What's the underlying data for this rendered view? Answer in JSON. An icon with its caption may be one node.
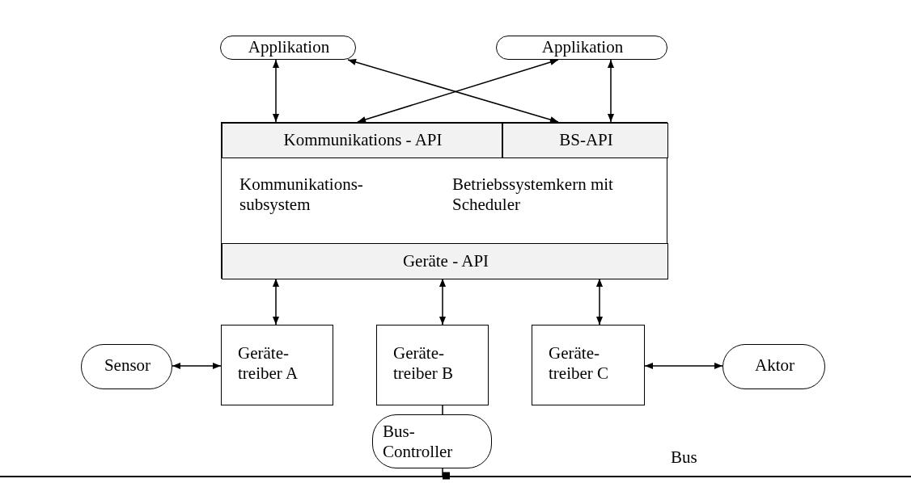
{
  "diagram": {
    "nodes": [
      {
        "text": [
          "Applikation"
        ]
      },
      {
        "text": [
          "Applikation"
        ]
      },
      {
        "text": [
          "Kommunikations- subsystem",
          "Betriebssystemkern mit Scheduler"
        ]
      },
      {
        "text": [
          "Kommunikations - API"
        ],
        "in": 2
      },
      {
        "text": [
          "BS-API"
        ],
        "in": 2
      },
      {
        "text": [
          "Geräte - API"
        ],
        "in": 2
      },
      {
        "text": [
          "Sensor"
        ]
      },
      {
        "text": [
          "Geräte- treiber A"
        ]
      },
      {
        "text": [
          "Geräte- treiber B"
        ]
      },
      {
        "text": [
          "Geräte- treiber C"
        ]
      },
      {
        "text": [
          "Aktor"
        ]
      },
      {
        "text": [
          "Bus- Controller"
        ]
      },
      {
        "text": [],
        "shape": "line",
        "beside": [
          "Bus"
        ]
      }
    ],
    "edges": [
      {
        "from": 0,
        "to": 3,
        "arrow": "both"
      },
      {
        "from": 0,
        "to": 4,
        "arrow": "both"
      },
      {
        "from": 1,
        "to": 3,
        "arrow": "both"
      },
      {
        "from": 1,
        "to": 4,
        "arrow": "both"
      },
      {
        "from": 5,
        "to": 7,
        "arrow": "both"
      },
      {
        "from": 5,
        "to": 8,
        "arrow": "both"
      },
      {
        "from": 5,
        "to": 9,
        "arrow": "both"
      },
      {
        "from": 6,
        "to": 7,
        "arrow": "both"
      },
      {
        "from": 9,
        "to": 10,
        "arrow": "both"
      },
      {
        "from": 8,
        "to": 11,
        "arrow": "none"
      },
      {
        "from": 11,
        "to": 12,
        "arrow": "other"
      }
    ]
  }
}
